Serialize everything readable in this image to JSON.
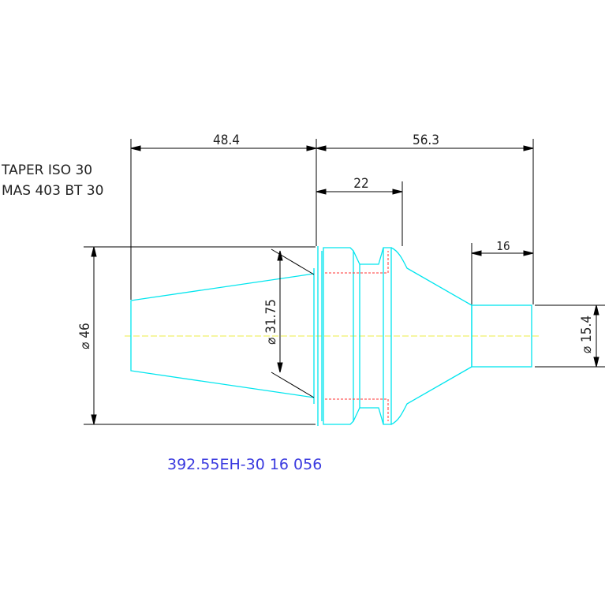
{
  "notes": {
    "line1": "TAPER ISO 30",
    "line2": "MAS 403 BT 30"
  },
  "dimensions": {
    "taper_length": "48.4",
    "overall_length": "56.3",
    "flange_length": "22",
    "bore_length": "16",
    "outer_diameter": "⌀ 46",
    "gauge_diameter": "⌀ 31.75",
    "bore_diameter": "⌀ 15.4"
  },
  "part_number": "392.55EH-30 16 056",
  "colors": {
    "outline": "#00e5ee",
    "dimension": "#000000",
    "hidden": "#ff3333",
    "centerline": "#eeee44",
    "part_number": "#3a3adf"
  }
}
